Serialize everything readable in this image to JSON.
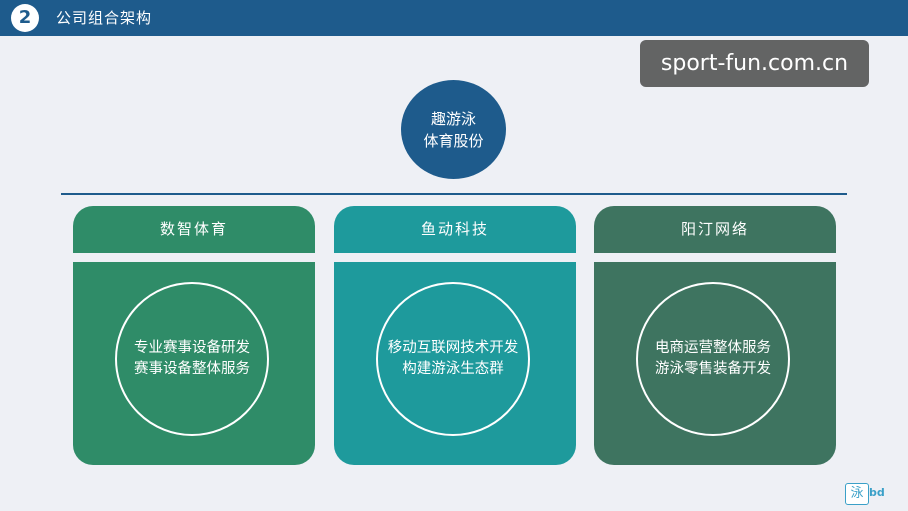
{
  "header": {
    "step_number": "2",
    "title": "公司组合架构"
  },
  "watermark": {
    "text": "sport-fun.com.cn"
  },
  "colors": {
    "header": "#1e5b8c",
    "background": "#eef0f5",
    "card1": "#2f8c68",
    "card2": "#1e9a9c",
    "card3": "#3e7460"
  },
  "root": {
    "line1": "趣游泳",
    "line2": "体育股份"
  },
  "cards": [
    {
      "title": "数智体育",
      "line1": "专业赛事设备研发",
      "line2": "赛事设备整体服务"
    },
    {
      "title": "鱼动科技",
      "line1": "移动互联网技术开发",
      "line2": "构建游泳生态群"
    },
    {
      "title": "阳汀网络",
      "line1": "电商运营整体服务",
      "line2": "游泳零售装备开发"
    }
  ],
  "logo": {
    "icon": "泳",
    "text": "bd"
  }
}
